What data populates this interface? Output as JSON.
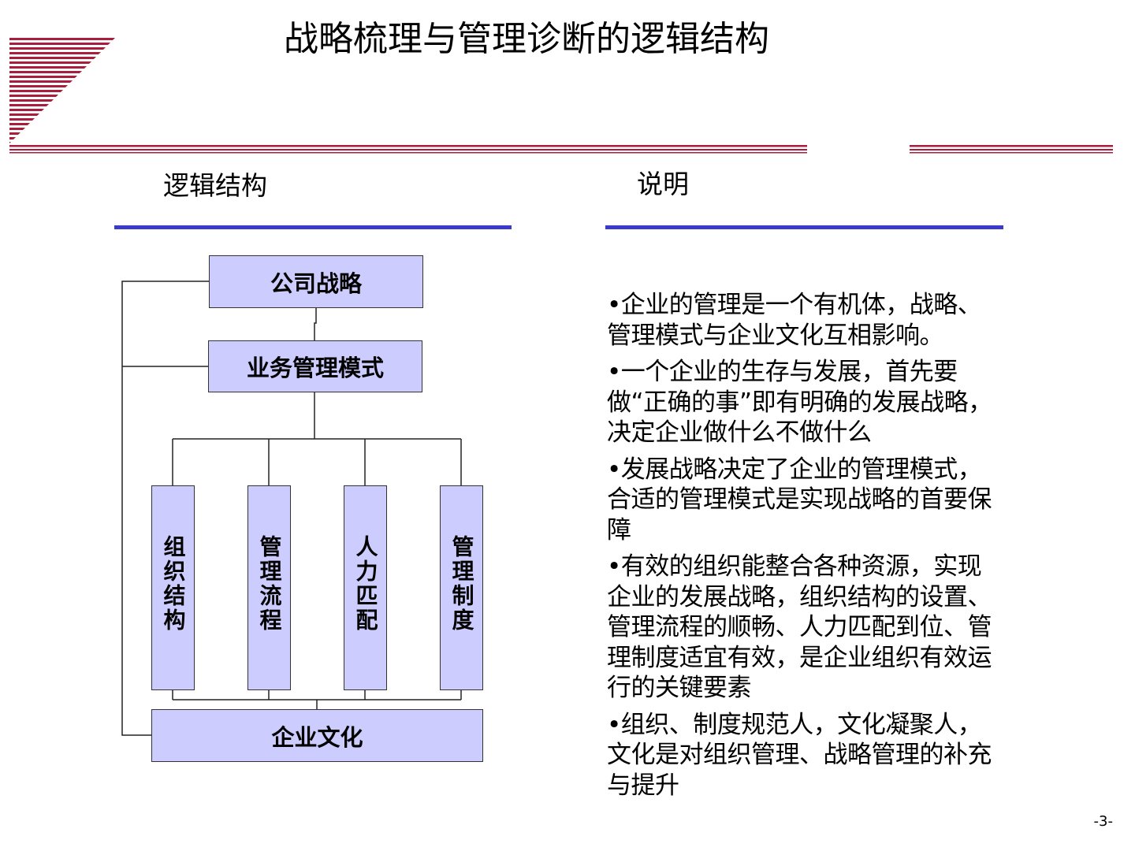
{
  "page": {
    "title": "战略梳理与管理诊断的逻辑结构",
    "page_number": "-3-"
  },
  "colors": {
    "accent_red": "#a81e3c",
    "accent_blue": "#3a3acb",
    "box_fill": "#ccccff"
  },
  "left_section": {
    "heading": "逻辑结构"
  },
  "right_section": {
    "heading": "说明"
  },
  "diagram": {
    "top_box": "公司战略",
    "mid_box": "业务管理模式",
    "pillars": [
      "组织结构",
      "管理流程",
      "人力匹配",
      "管理制度"
    ],
    "bottom_box": "企业文化"
  },
  "notes": [
    "•企业的管理是一个有机体，战略、管理模式与企业文化互相影响。",
    "•一个企业的生存与发展，首先要做“正确的事”即有明确的发展战略，决定企业做什么不做什么",
    "•发展战略决定了企业的管理模式，合适的管理模式是实现战略的首要保障",
    "•有效的组织能整合各种资源，实现企业的发展战略，组织结构的设置、管理流程的顺畅、人力匹配到位、管理制度适宜有效，是企业组织有效运行的关键要素",
    "•组织、制度规范人，文化凝聚人，文化是对组织管理、战略管理的补充与提升"
  ]
}
